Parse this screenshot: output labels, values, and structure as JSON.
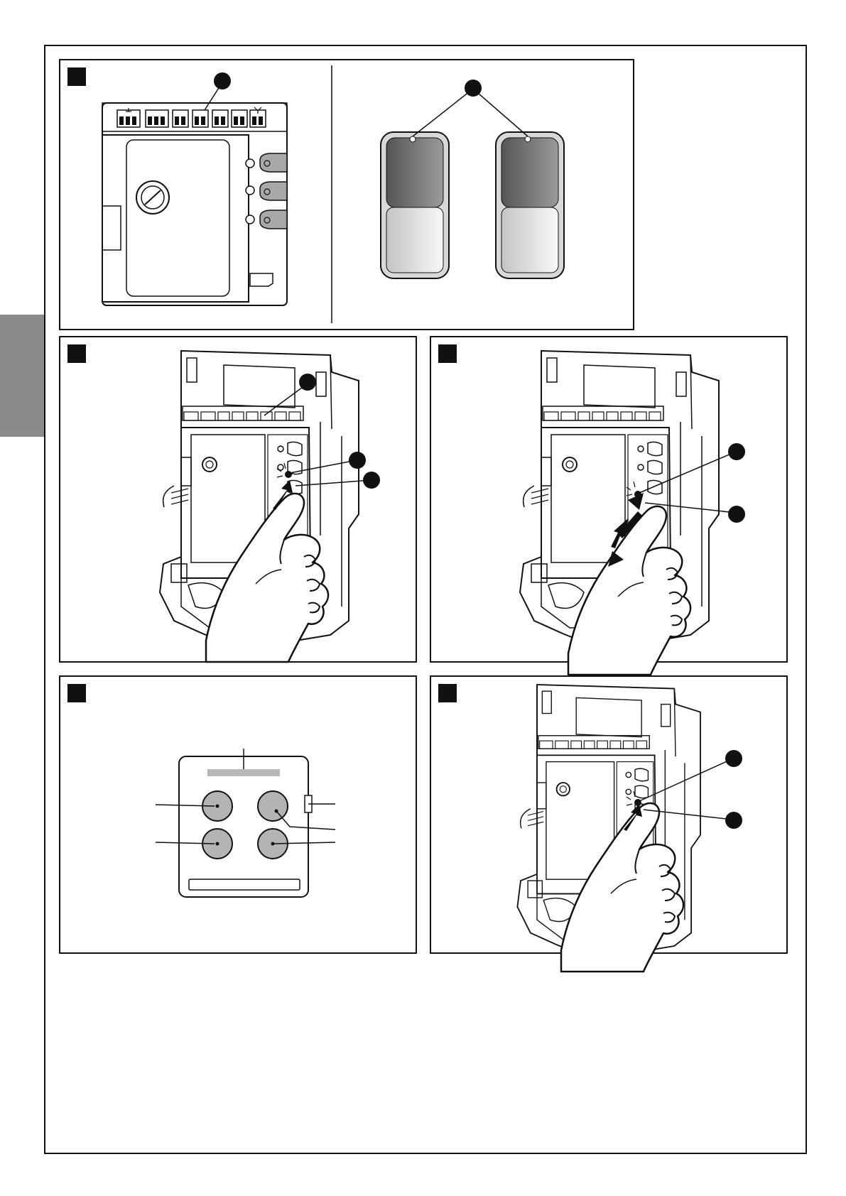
{
  "page": {
    "background": "#ffffff",
    "line_color": "#111111",
    "side_tab_color": "#8a8a8a"
  },
  "figures": [
    {
      "id": "fig-1",
      "label": "",
      "content": "control-unit-and-transmitters"
    },
    {
      "id": "fig-2",
      "label": "",
      "content": "finger-press-button"
    },
    {
      "id": "fig-3",
      "label": "",
      "content": "finger-press-release-button"
    },
    {
      "id": "fig-4",
      "label": "",
      "content": "transmitter-four-keys"
    },
    {
      "id": "fig-5",
      "label": "",
      "content": "finger-press-button"
    }
  ],
  "callouts": [
    {
      "figure": "fig-1",
      "label": ""
    },
    {
      "figure": "fig-1",
      "label": ""
    },
    {
      "figure": "fig-2",
      "label": ""
    },
    {
      "figure": "fig-2",
      "label": ""
    },
    {
      "figure": "fig-2",
      "label": ""
    },
    {
      "figure": "fig-3",
      "label": ""
    },
    {
      "figure": "fig-3",
      "label": ""
    },
    {
      "figure": "fig-5",
      "label": ""
    },
    {
      "figure": "fig-5",
      "label": ""
    }
  ],
  "remote_keys": {
    "colors": {
      "key_fill": "#b4b4b4",
      "label_bar": "#b8b8b8"
    },
    "key_count": 4
  },
  "transmitters": {
    "colors": {
      "top_dark": "#555555",
      "top_light": "#9a9a9a",
      "bottom_dark": "#c4c4c4",
      "bottom_light": "#f8f8f8"
    }
  }
}
